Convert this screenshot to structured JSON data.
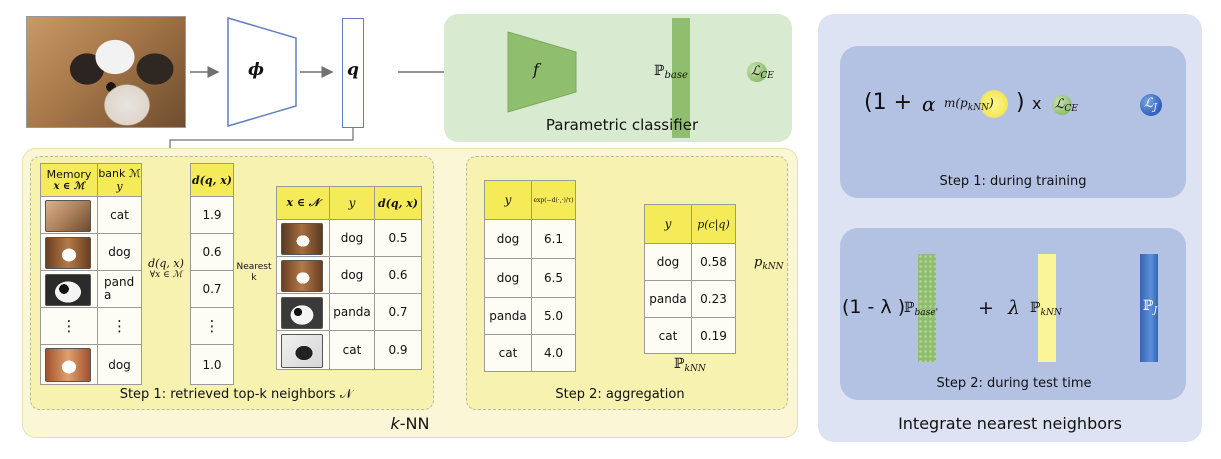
{
  "input": {
    "phi": "ϕ",
    "q": "q"
  },
  "parametric": {
    "f": "f",
    "p_base": "ℙ",
    "p_base_sub": "base",
    "loss": "ℒ",
    "loss_sub": "CE",
    "title": "Parametric classifier"
  },
  "memory": {
    "title_left": "Memory",
    "title_right": "bank ℳ",
    "col_x": "x ∈ ℳ",
    "col_y": "y",
    "labels": [
      "cat",
      "dog",
      "pand\na",
      "⋮",
      "dog"
    ],
    "col_d": "d(q, x)",
    "dists": [
      "1.9",
      "0.6",
      "0.7",
      "⋮",
      "1.0"
    ]
  },
  "dist_label": {
    "top": "d(q, x)",
    "bottom": "∀x ∈ ℳ"
  },
  "nearest_label": {
    "top": "Nearest",
    "bottom": "k"
  },
  "neighbors": {
    "col_x": "x ∈ 𝒩",
    "col_y": "y",
    "col_d": "d(q, x)",
    "rows": [
      {
        "y": "dog",
        "d": "0.5"
      },
      {
        "y": "dog",
        "d": "0.6"
      },
      {
        "y": "panda",
        "d": "0.7"
      },
      {
        "y": "cat",
        "d": "0.9"
      }
    ]
  },
  "step1_caption": "Step 1: retrieved top-k neighbors 𝒩",
  "knn_title_k": "k",
  "knn_title_rest": "-NN",
  "aggregation": {
    "col_y": "y",
    "col_exp": "exp(−d(·,·)/τ)",
    "rows": [
      {
        "y": "dog",
        "v": "6.1"
      },
      {
        "y": "dog",
        "v": "6.5"
      },
      {
        "y": "panda",
        "v": "5.0"
      },
      {
        "y": "cat",
        "v": "4.0"
      }
    ],
    "out_col_y": "y",
    "out_col_p": "p(c|q)",
    "out_rows": [
      {
        "y": "dog",
        "p": "0.58"
      },
      {
        "y": "panda",
        "p": "0.23"
      },
      {
        "y": "cat",
        "p": "0.19"
      }
    ],
    "p_knn": "p",
    "p_knn_sub": "kNN",
    "P_knn": "ℙ",
    "P_knn_sub": "kNN",
    "caption": "Step 2: aggregation"
  },
  "integrate": {
    "step1": {
      "open": "(1 +",
      "alpha": "α",
      "m": "m(p",
      "m_sub": "kNN",
      "m_close": ")",
      "close": ")",
      "times": "x",
      "loss": "ℒ",
      "loss_sub": "CE",
      "result": "ℒ",
      "result_sub": "J",
      "caption": "Step 1: during training"
    },
    "step2": {
      "open": "(1 - λ )",
      "pbase": "ℙ",
      "pbase_sub": "base'",
      "plus": "+",
      "lambda": "λ",
      "pknn": "ℙ",
      "pknn_sub": "kNN",
      "result": "ℙ",
      "result_sub": "J",
      "caption": "Step 2: during test time"
    },
    "title": "Integrate nearest neighbors"
  },
  "colors": {
    "green_panel": "#d8ead0",
    "yellow_panel": "#faf6d6",
    "blue_panel": "#dde3f3",
    "blue_inner": "#b3c1e3",
    "header_yellow": "#f5ea57",
    "green_bar": "#8fbe6e",
    "yellow_bar": "#fbf59a",
    "blue_bar": "#3f78c6"
  }
}
